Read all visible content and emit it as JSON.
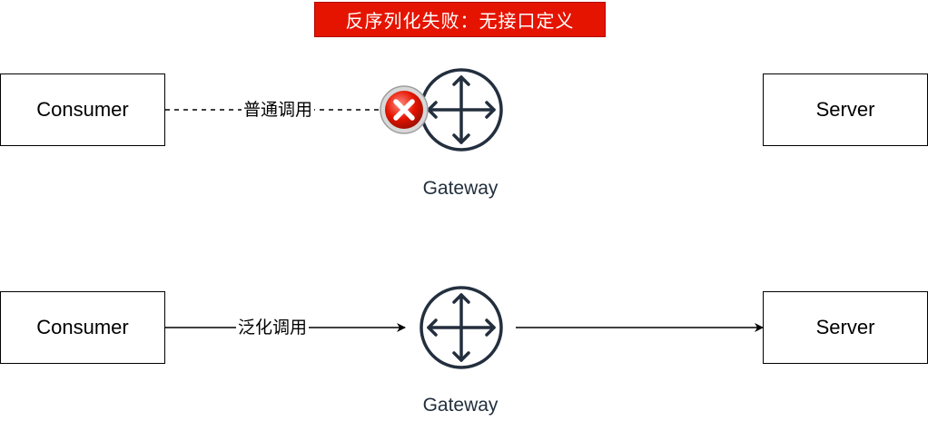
{
  "banner": {
    "text": "反序列化失败：无接口定义",
    "fill": "#e51400"
  },
  "rows": [
    {
      "consumer_label": "Consumer",
      "server_label": "Server",
      "gateway_label": "Gateway",
      "edge_label": "普通调用",
      "edge_style": "dashed",
      "status": "failed"
    },
    {
      "consumer_label": "Consumer",
      "server_label": "Server",
      "gateway_label": "Gateway",
      "edge_label": "泛化调用",
      "edge_style": "solid",
      "status": "ok"
    }
  ],
  "colors": {
    "gateway_stroke": "#232f3e",
    "gateway_label": "#232f3e",
    "error_icon": "#e51400",
    "line": "#000000"
  },
  "icons": {
    "gateway": "router-arrows-icon",
    "error": "red-x-circle-icon"
  }
}
